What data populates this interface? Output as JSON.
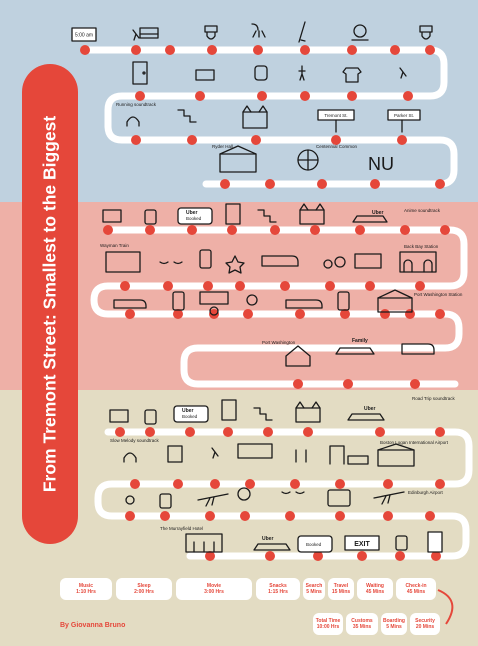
{
  "title": "From Tremont Street: Smallest to the Biggest",
  "author": "By Giovanna Bruno",
  "colors": {
    "top": "#bfd1df",
    "middle": "#eeb0a7",
    "bottom": "#e3dcc3",
    "accent": "#e5473a",
    "ink": "#1a1a1a"
  },
  "labels": {
    "time": "5:00 am",
    "running_soundtrack": "Running soundtrack",
    "tremont_st": "Tremont St.",
    "parker_st": "Parker St.",
    "ryder_hall": "Ryder Hall",
    "centennial_common": "Centennial Common",
    "nu": "NU",
    "uber": "Uber",
    "booked": "Booked",
    "anime_soundtrack": "Anime soundtrack",
    "wayman_train": "Wayman Train",
    "back_bay_station": "Back Bay Station",
    "port_washington_station": "Port Washington Station",
    "port_washington": "Port Washington",
    "family": "Family",
    "road_trip_soundtrack": "Road Trip soundtrack",
    "slow_melody_soundtrack": "Slow Melody soundtrack",
    "boston_logan": "Boston Logan International Airport",
    "edinburgh_airport": "Edinburgh Airport",
    "murrayfield_hotel": "The Murrayfield Hotel",
    "exit": "EXIT"
  },
  "legend": [
    {
      "name": "Music",
      "value": "1:10 Hrs"
    },
    {
      "name": "Sleep",
      "value": "2:00 Hrs"
    },
    {
      "name": "Movie",
      "value": "3:00 Hrs"
    },
    {
      "name": "Snacks",
      "value": "1:15 Hrs"
    },
    {
      "name": "Search",
      "value": "5 Mins"
    },
    {
      "name": "Travel",
      "value": "15 Mins"
    },
    {
      "name": "Waiting",
      "value": "45 Mins"
    },
    {
      "name": "Check-in",
      "value": "45 Mins"
    },
    {
      "name": "Total Time",
      "value": "10:00 Hrs"
    },
    {
      "name": "Customs",
      "value": "35 Mins"
    },
    {
      "name": "Boarding",
      "value": "5 Mins"
    },
    {
      "name": "Security",
      "value": "20 Mins"
    }
  ]
}
